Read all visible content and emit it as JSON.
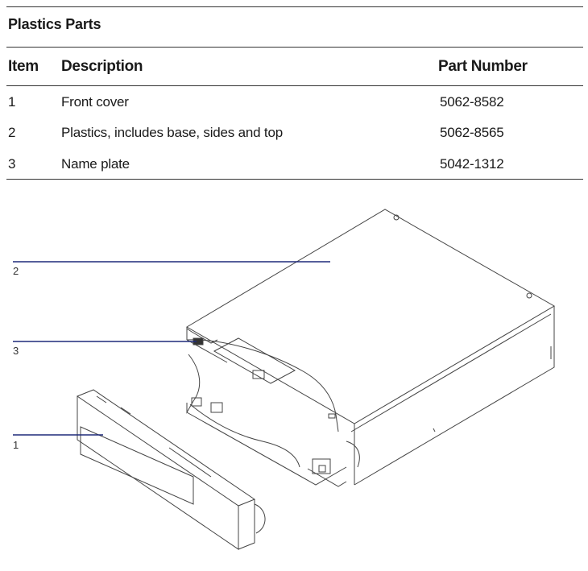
{
  "table": {
    "title": "Plastics Parts",
    "headers": {
      "item": "Item",
      "description": "Description",
      "part_number": "Part Number"
    },
    "rows": [
      {
        "item": "1",
        "description": "Front cover",
        "part_number": "5062-8582"
      },
      {
        "item": "2",
        "description": "Plastics, includes base, sides and top",
        "part_number": "5062-8565"
      },
      {
        "item": "3",
        "description": "Name plate",
        "part_number": "5042-1312"
      }
    ]
  },
  "figure": {
    "callouts": [
      "2",
      "3",
      "1"
    ],
    "callout_line_color": "#1f2a7a"
  }
}
